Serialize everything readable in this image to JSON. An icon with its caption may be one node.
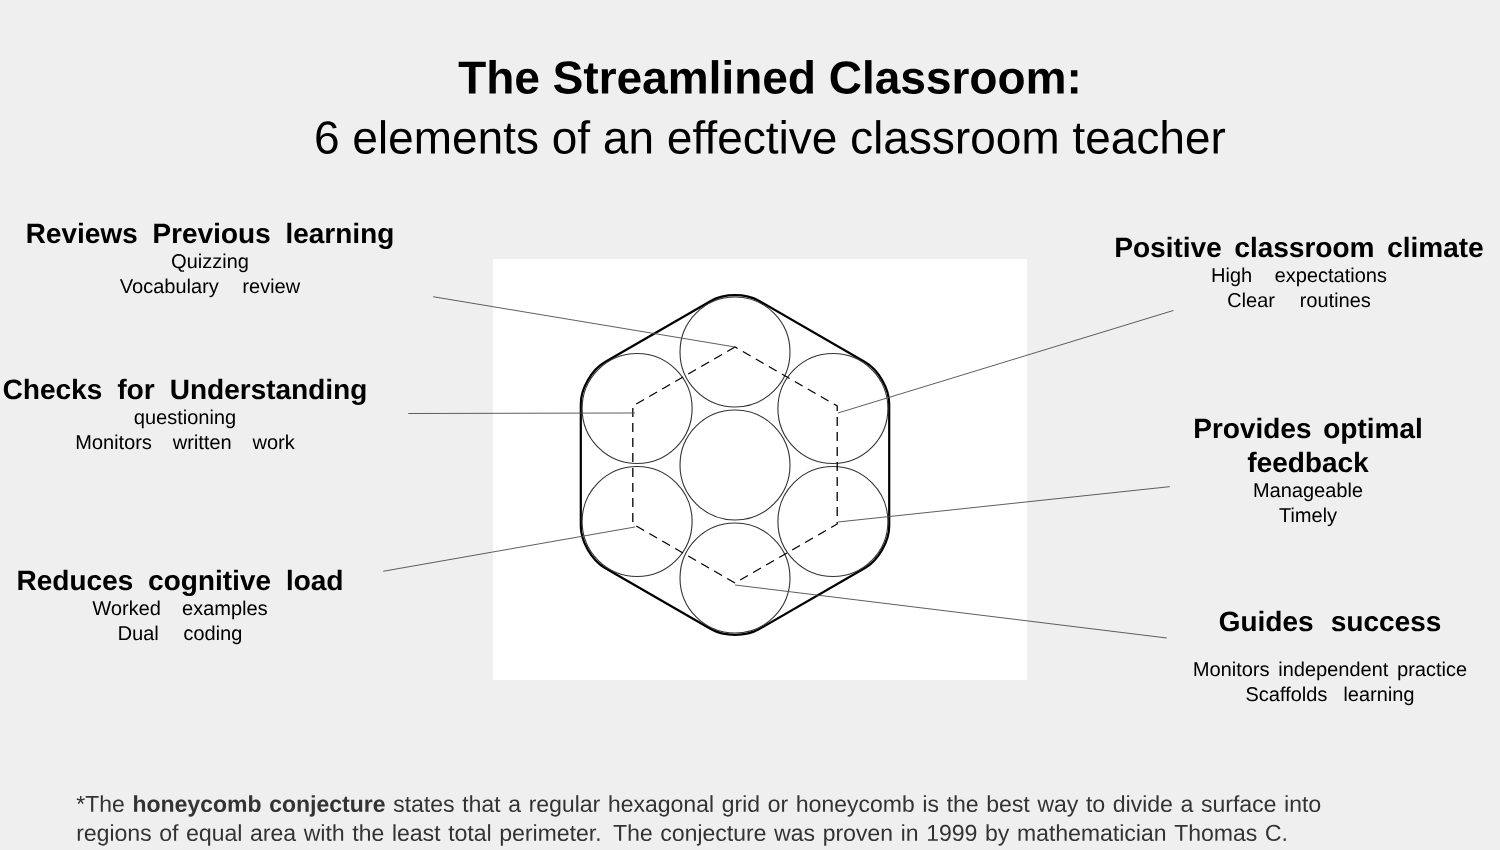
{
  "diagram": {
    "title": "The Streamlined Classroom:",
    "nodes": [
      {
        "text": [
          "Reviews Previous learning",
          "Quizzing",
          "Vocabulary review"
        ]
      },
      {
        "text": [
          "Checks for Understanding",
          "questioning",
          "Monitors written work"
        ]
      },
      {
        "text": [
          "Reduces cognitive load",
          "Worked examples",
          "Dual coding"
        ]
      },
      {
        "text": [
          "Positive classroom climate",
          "High expectations",
          "Clear routines"
        ]
      },
      {
        "text": [
          "Provides optimal feedback",
          "Manageable",
          "Timely"
        ]
      },
      {
        "text": [
          "Guides success",
          "Monitors independent practice",
          "Scaffolds learning"
        ]
      }
    ],
    "edges": [
      {
        "from": 0,
        "to": null,
        "arrow": "none"
      },
      {
        "from": 1,
        "to": null,
        "arrow": "none"
      },
      {
        "from": 2,
        "to": null,
        "arrow": "none"
      },
      {
        "from": 3,
        "to": null,
        "arrow": "none"
      },
      {
        "from": 4,
        "to": null,
        "arrow": "none"
      },
      {
        "from": 5,
        "to": null,
        "arrow": "none"
      }
    ],
    "labels": [
      "6 elements of an effective classroom teacher"
    ],
    "caption": "*The **honeycomb conjecture** states that a regular hexagonal grid or honeycomb is the best way to divide a surface into regions of equal area with the least total perimeter. The conjecture was proven in 1999 by mathematician Thomas C."
  }
}
